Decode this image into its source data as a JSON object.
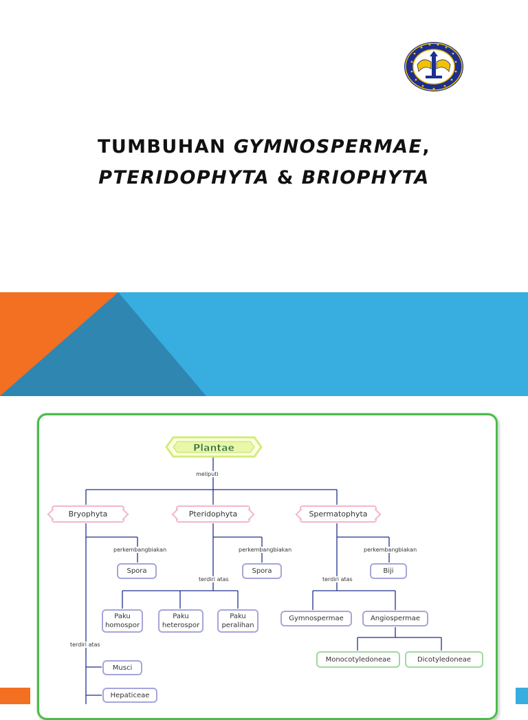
{
  "slide": {
    "title_line1_plain": "TUMBUHAN ",
    "title_line1_italic": "GYMNOSPERMAE",
    "title_line1_suffix": ",",
    "title_line2_italic_a": "PTERIDOPHYTA",
    "title_line2_amp": " & ",
    "title_line2_italic_b": "BRIOPHYTA",
    "logo_icon": "university-seal-icon",
    "colors": {
      "orange": "#f36f21",
      "blue": "#38ade0",
      "teal": "#2f86b0",
      "frame_green": "#4cbb4c"
    }
  },
  "diagram": {
    "root": "Plantae",
    "link_meliputi": "meliputi",
    "phyla": [
      "Bryophyta",
      "Pteridophyta",
      "Spermatophyta"
    ],
    "link_perkembangbiakan": "perkembangbiakan",
    "reproduction": [
      "Spora",
      "Spora",
      "Biji"
    ],
    "link_terdiri_atas": "terdiri atas",
    "paku": [
      "Paku homospor",
      "Paku heterospor",
      "Paku peralihan"
    ],
    "spermatophyta_groups": [
      "Gymnospermae",
      "Angiospermae"
    ],
    "angiospermae_groups": [
      "Monocotyledoneae",
      "Dicotyledoneae"
    ],
    "bryophyta_groups": [
      "Musci",
      "Hepaticeae"
    ]
  }
}
